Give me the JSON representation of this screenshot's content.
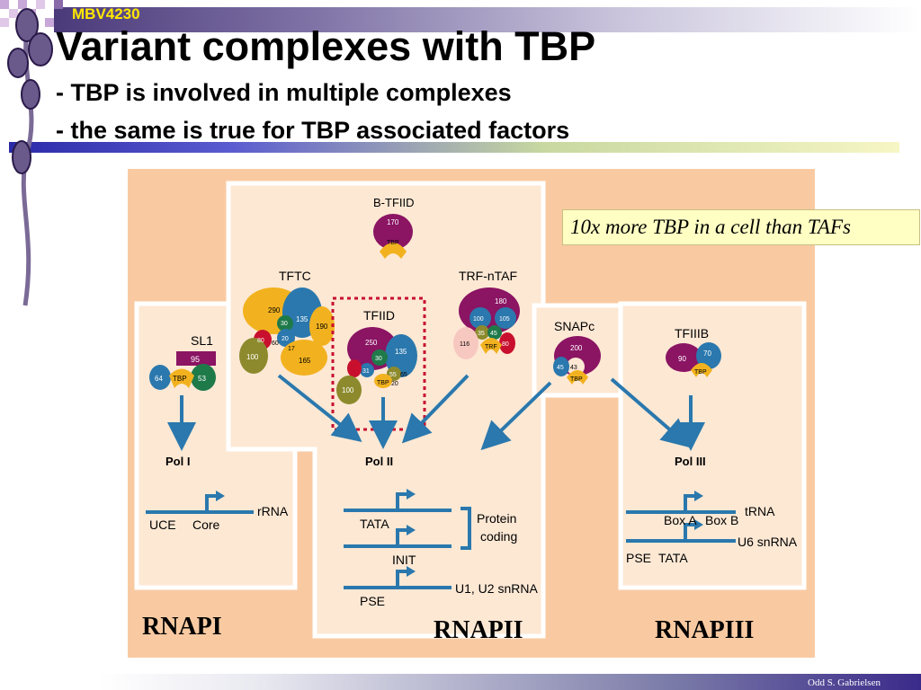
{
  "header": {
    "course_code": "MBV4230",
    "title": "Variant complexes with TBP",
    "subtitle_lines": [
      "- TBP is involved in multiple complexes",
      "- the same is true for TBP associated factors"
    ]
  },
  "callout": "10x more TBP in a cell than TAFs",
  "footer": {
    "credit": "Odd S. Gabrielsen"
  },
  "diagram": {
    "panels": [
      {
        "id": "rnapi",
        "label": "RNAPI",
        "complex": "SL1",
        "subunits": [
          "95",
          "64",
          "TBP",
          "53"
        ],
        "polymerase": "Pol I",
        "gene": {
          "elements": [
            "UCE",
            "Core"
          ],
          "product": "rRNA"
        }
      },
      {
        "id": "rnapii",
        "label": "RNAPII",
        "polymerase": "Pol II",
        "complexes": [
          {
            "name": "B-TFIID",
            "subunits": [
              "170",
              "TBP"
            ]
          },
          {
            "name": "TFTC",
            "subunits": [
              "290",
              "135",
              "190",
              "30",
              "20",
              "80",
              "60",
              "17",
              "165",
              "100"
            ]
          },
          {
            "name": "TFIID",
            "subunits": [
              "250",
              "135",
              "30",
              "31",
              "55",
              "65",
              "TBP",
              "20",
              "100"
            ]
          },
          {
            "name": "TRF-nTAF",
            "subunits": [
              "180",
              "100",
              "105",
              "35",
              "45",
              "116",
              "TRF",
              "80"
            ]
          }
        ],
        "genes": [
          {
            "element": "TATA"
          },
          {
            "element": "INIT"
          },
          {
            "element": "PSE",
            "product": "U1, U2 snRNA"
          }
        ],
        "bracket_label": "Protein coding"
      },
      {
        "id": "rnapiii",
        "label": "RNAPIII",
        "polymerase": "Pol III",
        "complexes": [
          {
            "name": "SNAPc",
            "subunits": [
              "200",
              "43",
              "45",
              "TBP"
            ]
          },
          {
            "name": "TFIIIB",
            "subunits": [
              "90",
              "70",
              "TBP"
            ]
          }
        ],
        "genes": [
          {
            "elements": [
              "Box A",
              "Box B"
            ],
            "product": "tRNA"
          },
          {
            "elements": [
              "PSE",
              "TATA"
            ],
            "product": "U6 snRNA"
          }
        ]
      }
    ]
  },
  "colors": {
    "purple": "#8b1463",
    "blue": "#2a78ad",
    "yellow": "#f2b21f",
    "olive": "#8c8a2c",
    "green": "#1f7a4a",
    "red": "#c8102e",
    "peach": "#f9caa2",
    "cream": "#fde8d4"
  }
}
